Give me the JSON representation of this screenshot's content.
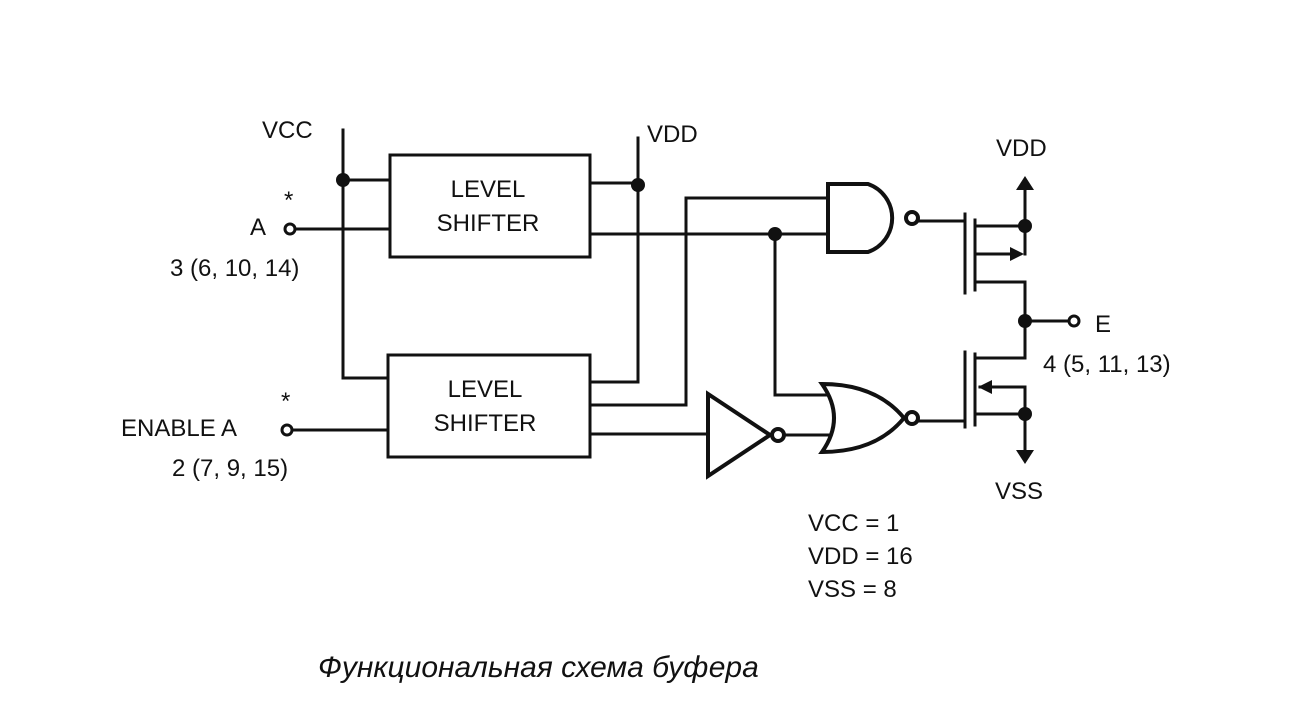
{
  "labels": {
    "vcc_top": "VCC",
    "vdd_top": "VDD",
    "vdd_right": "VDD",
    "vss_right": "VSS",
    "input_a": "A",
    "input_a_pins": "3 (6, 10, 14)",
    "input_enable": "ENABLE A",
    "input_enable_pins": "2 (7, 9, 15)",
    "output_e": "E",
    "output_e_pins": "4 (5, 11, 13)",
    "star": "*"
  },
  "level_shifter_1": {
    "line1": "LEVEL",
    "line2": "SHIFTER"
  },
  "level_shifter_2": {
    "line1": "LEVEL",
    "line2": "SHIFTER"
  },
  "legend": {
    "vcc": "VCC = 1",
    "vdd": "VDD = 16",
    "vss": "VSS = 8"
  },
  "caption": "Функциональная схема буфера"
}
